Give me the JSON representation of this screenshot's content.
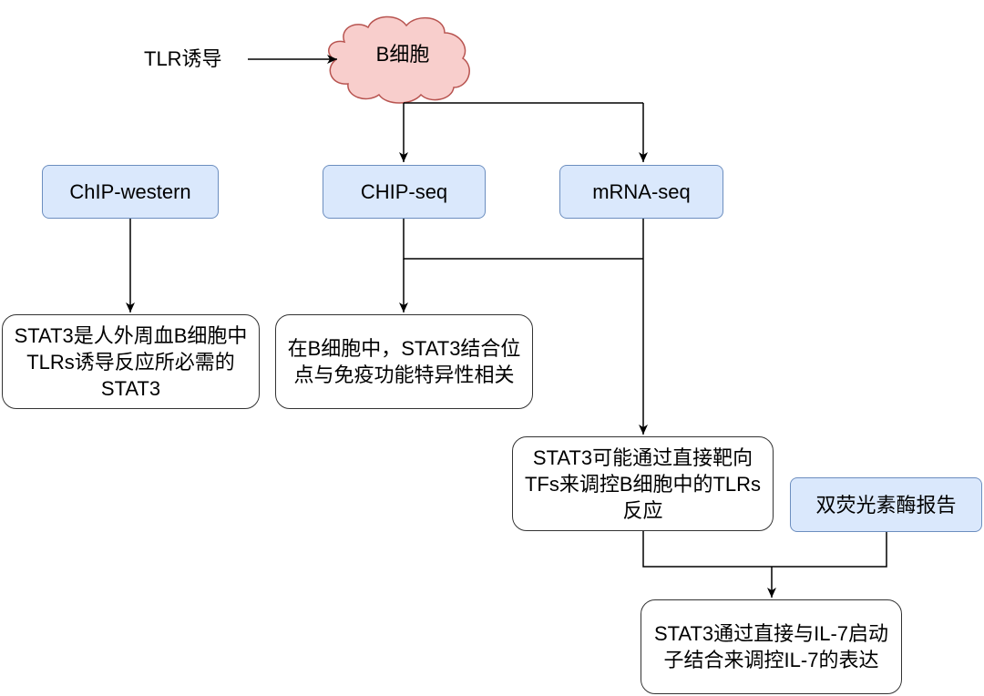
{
  "colors": {
    "method_fill": "#dae8fc",
    "method_stroke": "#6c8ebf",
    "cloud_fill": "#f8cecc",
    "cloud_stroke": "#b85450",
    "result_stroke": "#333333",
    "line": "#000000"
  },
  "inducer": "TLR诱导",
  "cell": "B细胞",
  "methods": {
    "chip_western": "ChIP-western",
    "chip_seq": "CHIP-seq",
    "mrna_seq": "mRNA-seq",
    "luciferase": "双荧光素酶报告"
  },
  "results": {
    "r1": "STAT3是人外周血B细胞中TLRs诱导反应所必需的STAT3",
    "r2": "在B细胞中，STAT3结合位点与免疫功能特异性相关",
    "r3": "STAT3可能通过直接靶向TFs来调控B细胞中的TLRs反应",
    "r4": "STAT3通过直接与IL-7启动子结合来调控IL-7的表达"
  }
}
